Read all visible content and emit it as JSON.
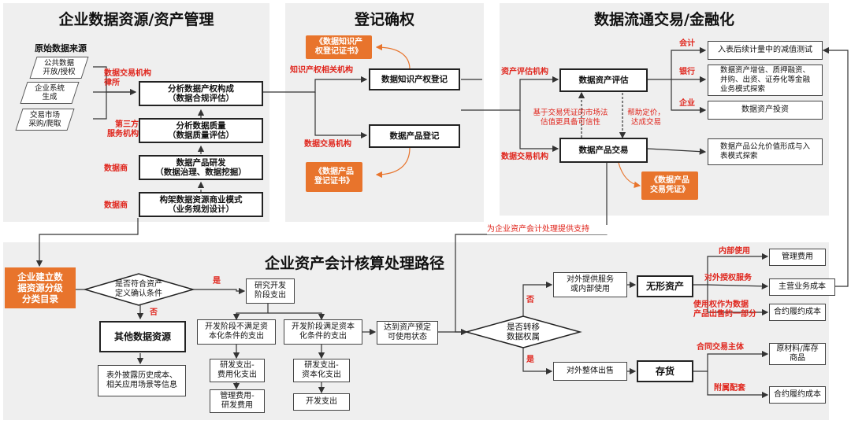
{
  "panels": {
    "left_title": "企业数据资源/资产管理",
    "mid_title": "登记确权",
    "right_title": "数据流通交易/金融化",
    "bottom_title": "企业资产会计核算处理路径"
  },
  "left": {
    "sources_label": "原始数据来源",
    "sources": [
      "公共数据\n开放/授权",
      "企业系统\n生成",
      "交易市场\n采购/爬取"
    ],
    "steps": [
      "分析数据产权构成\n（数据合规评估）",
      "分析数据质量\n（数据质量评估）",
      "数据产品研发\n（数据治理、数据挖掘）",
      "构架数据资源商业模式\n（业务规划设计）"
    ],
    "roles": [
      "数据交易机构\n律所",
      "第三方\n服务机构",
      "数据商",
      "数据商"
    ]
  },
  "mid": {
    "cert1": "《数据知识产\n权登记证书》",
    "ip_org": "知识产权相关机构",
    "ip_register": "数据知识产权登记",
    "exchange_org": "数据交易机构",
    "product_register": "数据产品登记",
    "cert2": "《数据产品\n登记证书》"
  },
  "right": {
    "asset_org": "资产评估机构",
    "exchange_org": "数据交易机构",
    "asset_eval": "数据资产评估",
    "product_trade": "数据产品交易",
    "note_left": "基于交易凭证的市场法\n估值更具备可信性",
    "note_right": "帮助定价，\n达成交易",
    "voucher": "《数据产品\n交易凭证》",
    "acct_label": "会计",
    "bank_label": "银行",
    "ent_label": "企业",
    "acct_box": "入表后续计量中的减值测试",
    "bank_box": "数据资产增信、质押融资、\n并购、出资、证券化等金融\n业务模式探索",
    "ent_box": "数据资产投资",
    "fair_box": "数据产品公允价值形成与入\n表模式探索",
    "support": "为企业资产会计处理提供支持"
  },
  "bottom": {
    "catalog": "企业建立数\n据资源分级\n分类目录",
    "decide1": "是否符合资产\n定义确认条件",
    "yes": "是",
    "no": "否",
    "other": "其他数据资源",
    "disclose": "表外披露历史成本、\n相关应用场景等信息",
    "research": "研究开发\n阶段支出",
    "dev_not": "开发阶段不满足资\n本化条件的支出",
    "dev_yes": "开发阶段满足资本\n化条件的支出",
    "expense": "研发支出-\n费用化支出",
    "mgmt": "管理费用-\n研发费用",
    "capital": "研发支出-\n资本化支出",
    "devexp": "开发支出",
    "ready": "达到资产预定\n可使用状态",
    "decide2": "是否转移\n数据权属",
    "no2": "否",
    "yes2": "是",
    "service": "对外提供服务\n或内部使用",
    "intangible": "无形资产",
    "sell": "对外整体出售",
    "inventory": "存货",
    "internal": "内部使用",
    "license": "对外授权服务",
    "usage": "使用权作为数据\n产品出售的一部分",
    "contract_main": "合同交易主体",
    "attached": "附属配套",
    "mgmt_cost": "管理费用",
    "main_cost": "主营业务成本",
    "perf_cost": "合约履约成本",
    "raw": "原材料/库存\n商品",
    "perf_cost2": "合约履约成本"
  },
  "colors": {
    "accent_red": "#e0261d",
    "accent_orange": "#e8742c",
    "panel_bg": "#efefef"
  }
}
